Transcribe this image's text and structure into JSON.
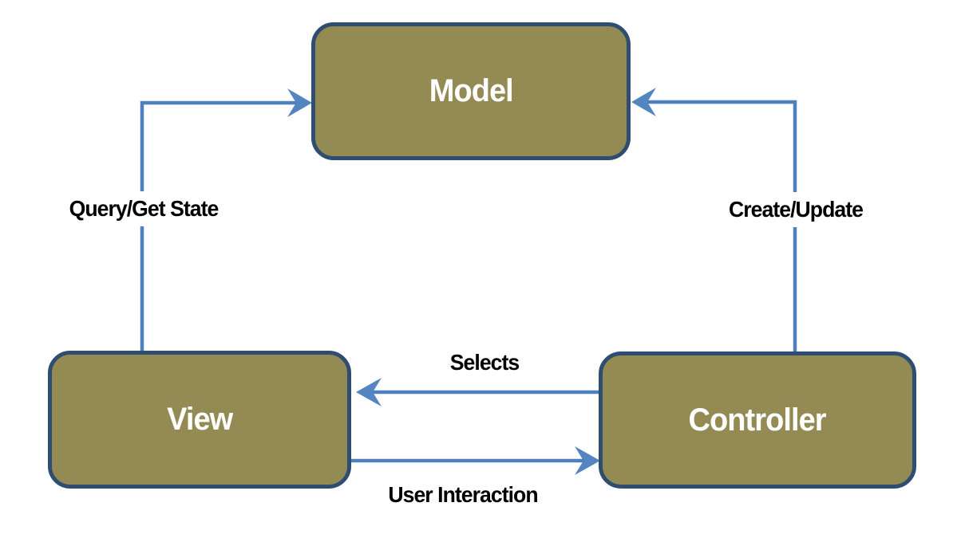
{
  "diagram": {
    "type": "flow-diagram",
    "subject": "Model-View-Controller",
    "colors": {
      "background": "#FFFFFF",
      "node_fill": "#948B54",
      "node_border": "#2F4D70",
      "node_text": "#FFFFFF",
      "arrow_line": "#4E80BD",
      "arrow_head": "#5585C0",
      "label_text": "#000000"
    },
    "nodes": [
      {
        "id": "model",
        "label": "Model"
      },
      {
        "id": "view",
        "label": "View"
      },
      {
        "id": "controller",
        "label": "Controller"
      }
    ],
    "edges": [
      {
        "from": "view",
        "to": "model",
        "label": "Query/Get State"
      },
      {
        "from": "controller",
        "to": "model",
        "label": "Create/Update"
      },
      {
        "from": "controller",
        "to": "view",
        "label": "Selects"
      },
      {
        "from": "view",
        "to": "controller",
        "label": "User Interaction"
      }
    ]
  }
}
